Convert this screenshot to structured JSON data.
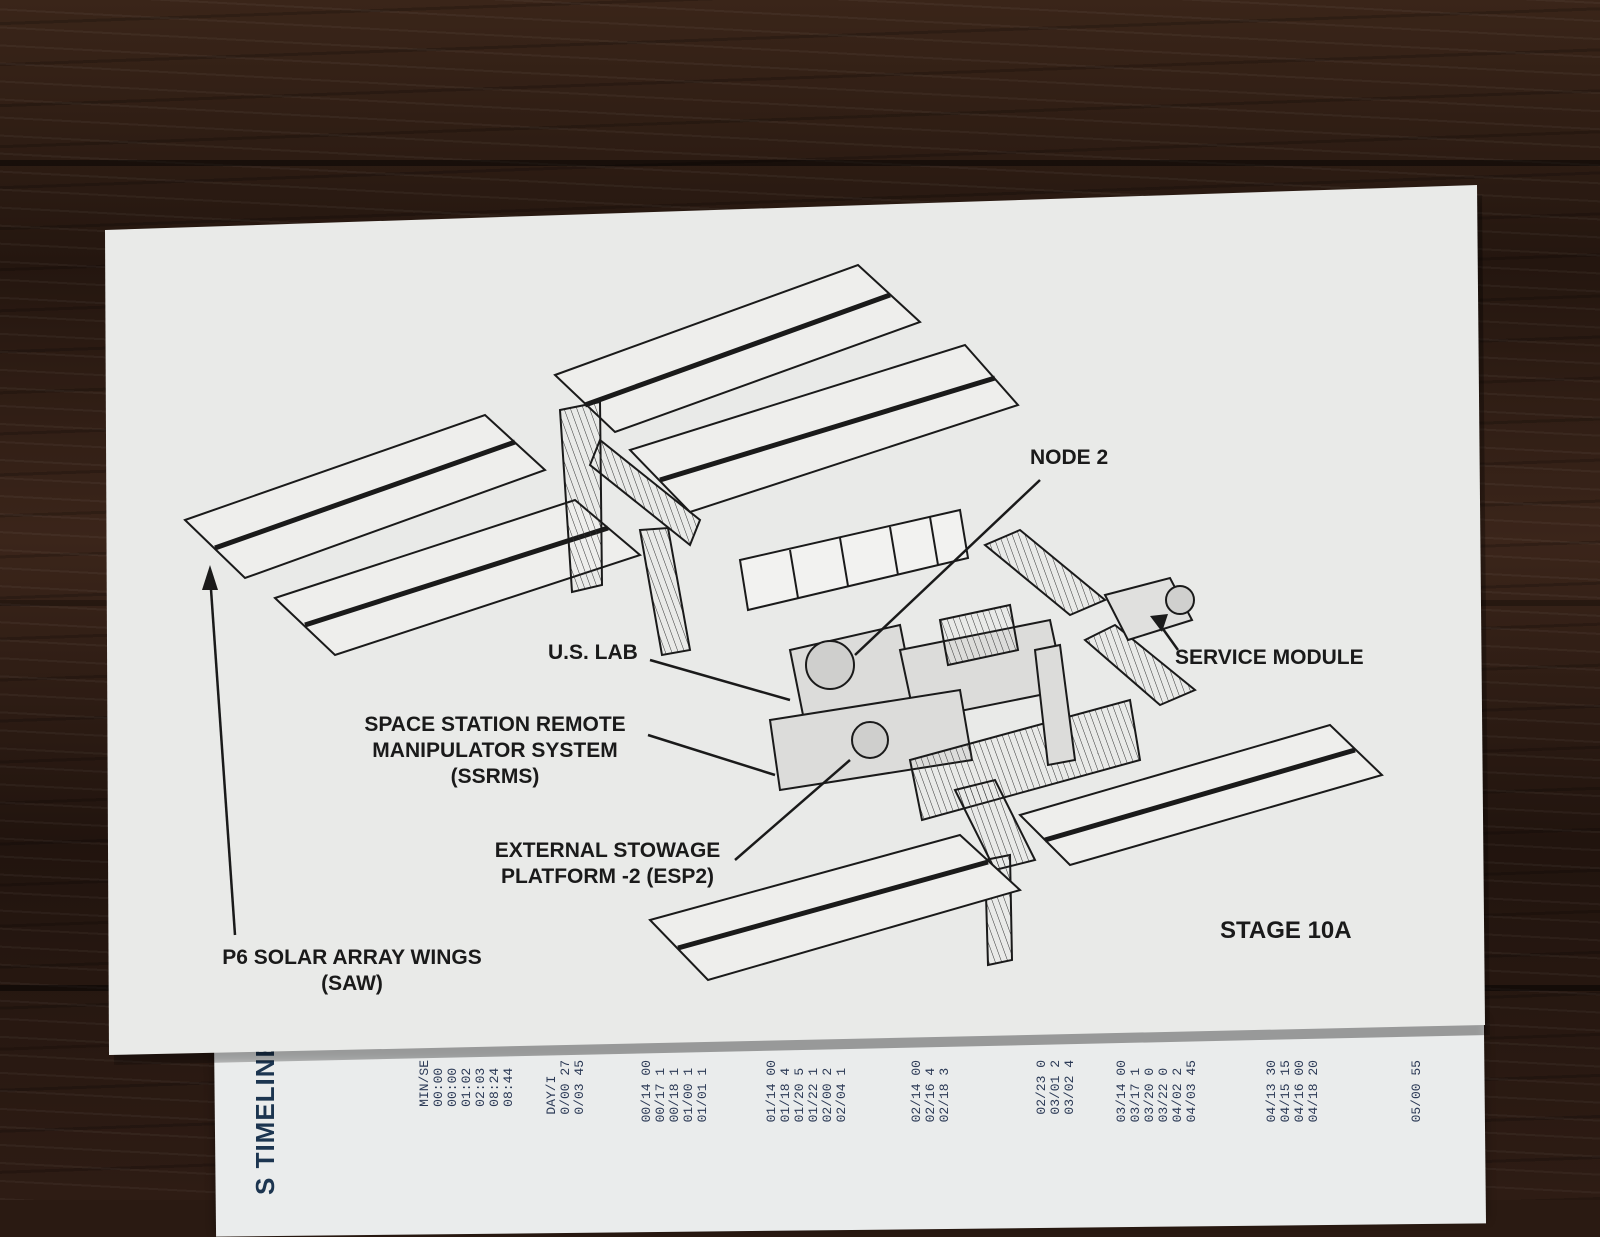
{
  "diagram": {
    "labels": {
      "node2": "NODE 2",
      "us_lab": "U.S. LAB",
      "service_module": "SERVICE MODULE",
      "ssrms_line1": "SPACE STATION REMOTE",
      "ssrms_line2": "MANIPULATOR SYSTEM",
      "ssrms_line3": "(SSRMS)",
      "esp2_line1": "EXTERNAL STOWAGE",
      "esp2_line2": "PLATFORM -2 (ESP2)",
      "p6_line1": "P6 SOLAR ARRAY WINGS",
      "p6_line2": "(SAW)",
      "stage": "STAGE 10A"
    }
  },
  "under_page": {
    "title": "S TIMELINE",
    "columns": [
      "MIN/SE\n00:00\n00:00\n01:02\n02:03\n08:24\n08:44",
      "DAY/I\n0/00 27\n0/03 45",
      "00/14 00\n00/17 1\n00/18 1\n01/00 1\n01/01 1",
      "01/14 00\n01/18 4\n01/20 5\n01/22 1\n02/00 2\n02/04 1",
      "02/14 00\n02/16 4\n02/18 3",
      "02/23 0\n03/01 2\n03/02 4",
      "03/14 00\n03/17 1\n03/20 0\n03/22 0\n04/02 2\n04/03 45",
      "04/13 30\n04/15 15\n04/16 00\n04/18 20",
      "05/00 55"
    ]
  }
}
